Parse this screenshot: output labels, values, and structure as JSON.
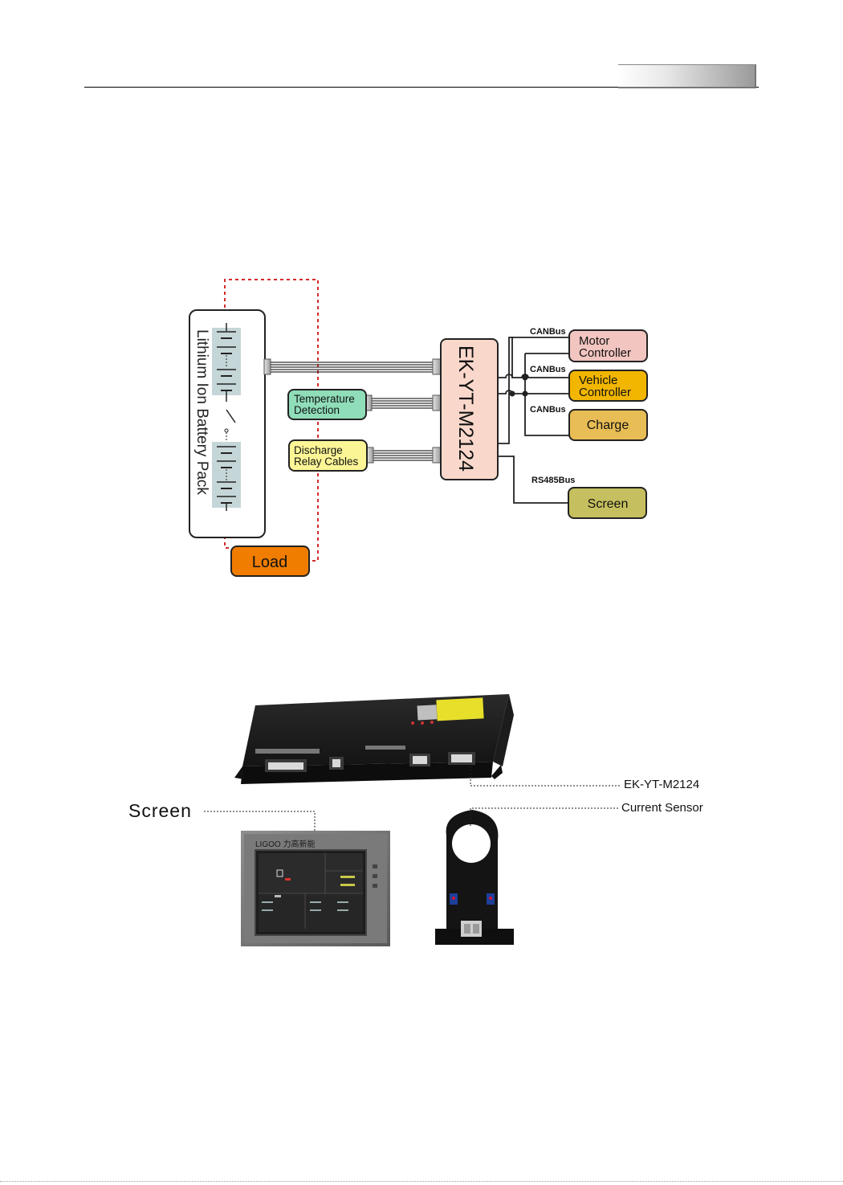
{
  "diagram": {
    "battery_pack": "Lithium Ion Battery Pack",
    "controller": "EK-YT-M2124",
    "temperature": [
      "Temperature",
      "Detection"
    ],
    "relay": [
      "Discharge",
      "Relay Cables"
    ],
    "load": "Load",
    "motor": [
      "Motor",
      "Controller"
    ],
    "vehicle": [
      "Vehicle",
      "Controller"
    ],
    "charge": "Charge",
    "screen": "Screen",
    "bus_canbus_1": "CANBus",
    "bus_canbus_2": "CANBus",
    "bus_canbus_3": "CANBus",
    "bus_rs485": "RS485Bus",
    "colors": {
      "battery_cell": "#c5d6d8",
      "controller": "#f9d8cb",
      "temperature": "#8fddb9",
      "relay": "#fbf596",
      "load": "#f07d00",
      "motor": "#f2c5c0",
      "vehicle": "#f2b600",
      "charge": "#e9bd55",
      "screen": "#c6bf5f",
      "load_loop": "#d32a2a"
    }
  },
  "photos": {
    "controller_label": "EK-YT-M2124",
    "screen_label": "Screen",
    "sensor_label": "Current Sensor",
    "screen_logo": "LIGOO 力高新能"
  }
}
